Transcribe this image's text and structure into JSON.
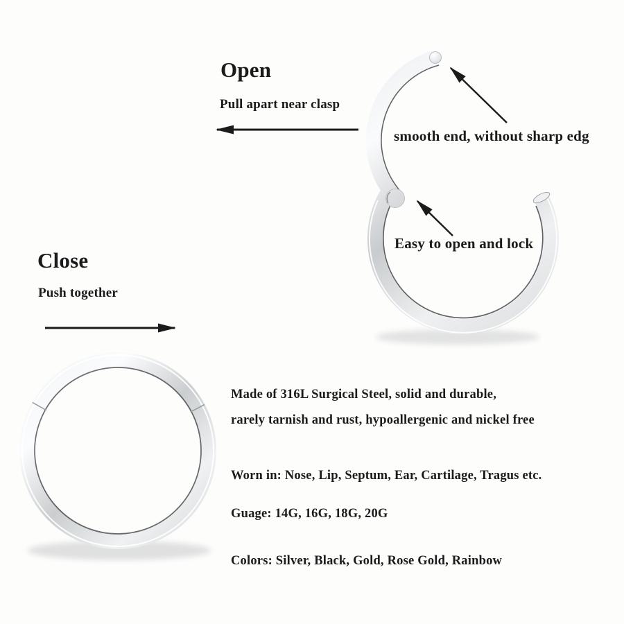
{
  "page": {
    "background_color": "#fdfdfc",
    "text_color": "#1b1b1b",
    "metal_color_light": "#fafbfc",
    "metal_color_dark": "#c9ccce"
  },
  "annotations": {
    "open": {
      "title": "Open",
      "subtitle": "Pull apart near clasp",
      "direction_icon": "arrow-left"
    },
    "close": {
      "title": "Close",
      "subtitle": "Push together",
      "direction_icon": "arrow-right"
    },
    "smooth_end": {
      "label": "smooth end, without sharp edg",
      "pointer_icon": "arrow-up-left"
    },
    "easy_lock": {
      "label": "Easy to open and lock",
      "pointer_icon": "arrow-up-left"
    }
  },
  "product_info": {
    "material_line1": "Made of 316L Surgical Steel, solid and durable,",
    "material_line2": "rarely tarnish and rust, hypoallergenic and nickel free",
    "worn_in": "Worn in: Nose, Lip, Septum, Ear, Cartilage, Tragus etc.",
    "gauge": "Guage: 14G, 16G, 18G, 20G",
    "colors": "Colors: Silver, Black, Gold, Rose Gold, Rainbow"
  }
}
